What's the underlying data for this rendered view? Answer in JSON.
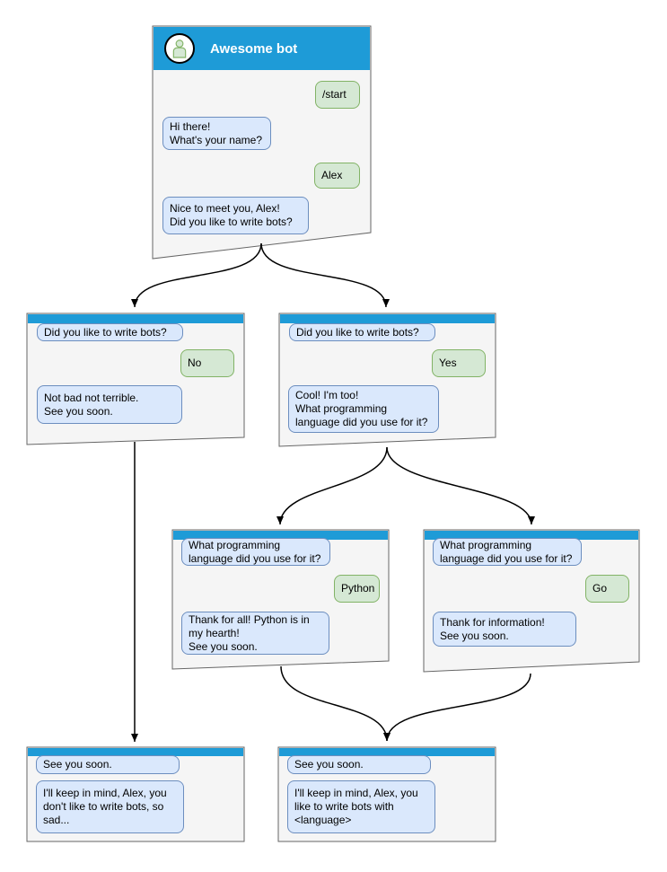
{
  "colors": {
    "header_blue": "#1e9bd7",
    "window_fill": "#f5f5f5",
    "window_border": "#666666",
    "bot_bubble_fill": "#dae8fc",
    "bot_bubble_border": "#6c8ebf",
    "user_bubble_fill": "#d5e8d4",
    "user_bubble_border": "#82b366",
    "connector": "#000000",
    "header_title_text": "#ffffff"
  },
  "windows": {
    "main": {
      "title": "Awesome bot",
      "messages": {
        "start_command": "/start",
        "greeting": "Hi there!\nWhat's your name?",
        "user_name": "Alex",
        "ask_write_bots": "Nice to meet you, Alex!\nDid you like to write bots?"
      }
    },
    "no_branch": {
      "question": "Did you like to write bots?",
      "answer": "No",
      "reply": "Not bad not terrible.\nSee you soon."
    },
    "yes_branch": {
      "question": "Did you like to write bots?",
      "answer": "Yes",
      "reply": "Cool! I'm too!\nWhat programming\nlanguage did you use for it?"
    },
    "python_branch": {
      "question": "What programming\nlanguage did you use for it?",
      "answer": "Python",
      "reply": "Thank for all! Python is in\nmy hearth!\nSee you soon."
    },
    "go_branch": {
      "question": "What programming\nlanguage did you use for it?",
      "answer": "Go",
      "reply": "Thank for information!\nSee you soon."
    },
    "sad_ending": {
      "intro": "See you soon.",
      "reply": "I'll keep in mind, Alex, you\ndon't like to write bots, so\nsad..."
    },
    "happy_ending": {
      "intro": "See you soon.",
      "reply": "I'll keep in mind, Alex, you\nlike to write bots with\n<language>"
    }
  }
}
